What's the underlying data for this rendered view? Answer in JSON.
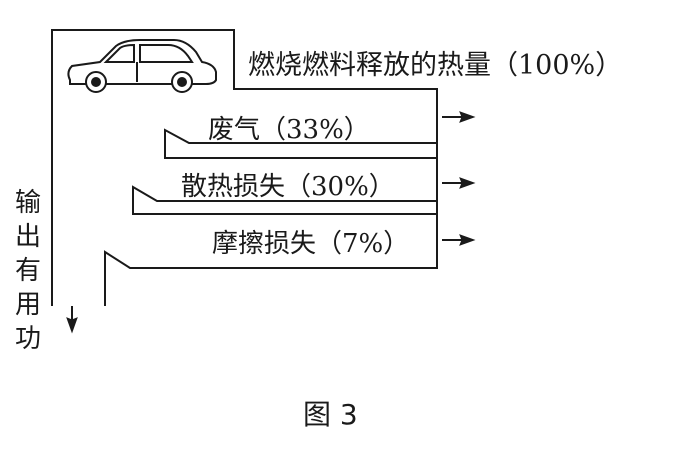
{
  "labels": {
    "input": "燃烧燃料释放的热量（100%）",
    "exhaust": "废气（33%）",
    "heat_loss": "散热损失（30%）",
    "friction": "摩擦损失（7%）",
    "useful_output": "输出有用功"
  },
  "caption": "图 3"
}
